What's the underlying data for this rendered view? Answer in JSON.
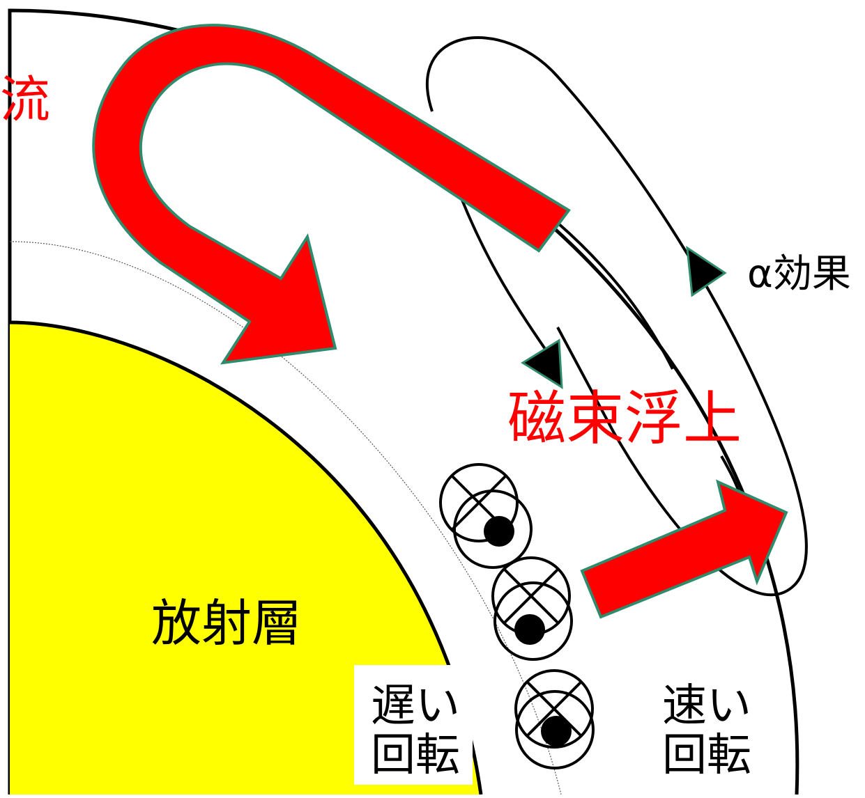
{
  "labels": {
    "convection_fragment": "流",
    "radiative_zone": "放射層",
    "alpha_effect": "α効果",
    "flux_emergence": "磁束浮上",
    "slow_rotation_line1": "遅い",
    "slow_rotation_line2": "回転",
    "fast_rotation_line1": "速い",
    "fast_rotation_line2": "回転"
  },
  "colors": {
    "flow_arrow_fill": "#ff0000",
    "arrow_outline": "#2e8b6b",
    "radiative_zone_fill": "#ffff00",
    "emphasis_text": "#ff0000",
    "line": "#000000",
    "background": "#ffffff"
  },
  "icons": {
    "flux_tube_symbol": "circle-with-x-and-dot-icon",
    "meridional_flow": "u-turn-arrow-icon",
    "emergence": "right-up-arrow-icon",
    "alpha_loop_arrowheads": "triangle-arrowhead-icon"
  }
}
